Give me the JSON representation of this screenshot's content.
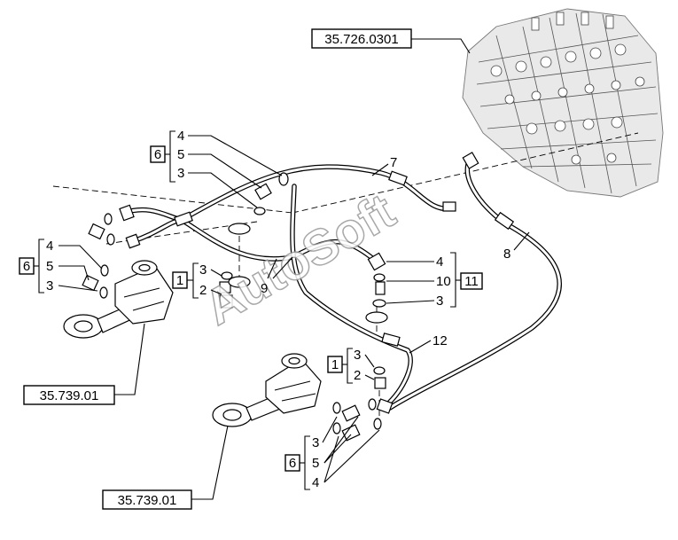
{
  "watermark": "AutoSoft",
  "refs": {
    "valve": "35.726.0301",
    "cyl_upper": "35.739.01",
    "cyl_lower": "35.739.01"
  },
  "groups": {
    "g6a": "6",
    "g6b": "6",
    "g6c": "6",
    "g1a": "1",
    "g1b": "1",
    "g11": "11"
  },
  "labels": {
    "l4a": "4",
    "l5a": "5",
    "l3a": "3",
    "l4b": "4",
    "l5b": "5",
    "l3b": "3",
    "l3c": "3",
    "l2c": "2",
    "l3d": "3",
    "l2d": "2",
    "l3e": "3",
    "l5e": "5",
    "l4e": "4",
    "l4f": "4",
    "l10": "10",
    "l3f": "3",
    "l7": "7",
    "l8": "8",
    "l9": "9",
    "l12": "12"
  }
}
